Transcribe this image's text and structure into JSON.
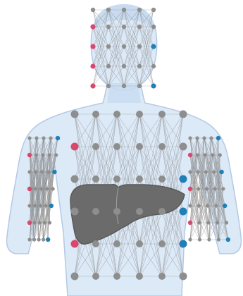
{
  "colors": {
    "background": "#ffffff",
    "body_fill": "#dce9f7",
    "body_stroke": "#b4c9e4",
    "body_shade": "#c8dbf0",
    "network_line": "#8b8b8b",
    "node_gray": "#8e8e8e",
    "node_red": "#d9476e",
    "node_blue": "#1f7fb6",
    "liver_fill": "#6b6b6b",
    "liver_stroke": "#595959"
  },
  "figure": {
    "subject": "human-upper-body-silhouette",
    "organ": "liver",
    "regions": [
      "head-network",
      "torso-network",
      "left-arm-network",
      "right-arm-network"
    ]
  }
}
